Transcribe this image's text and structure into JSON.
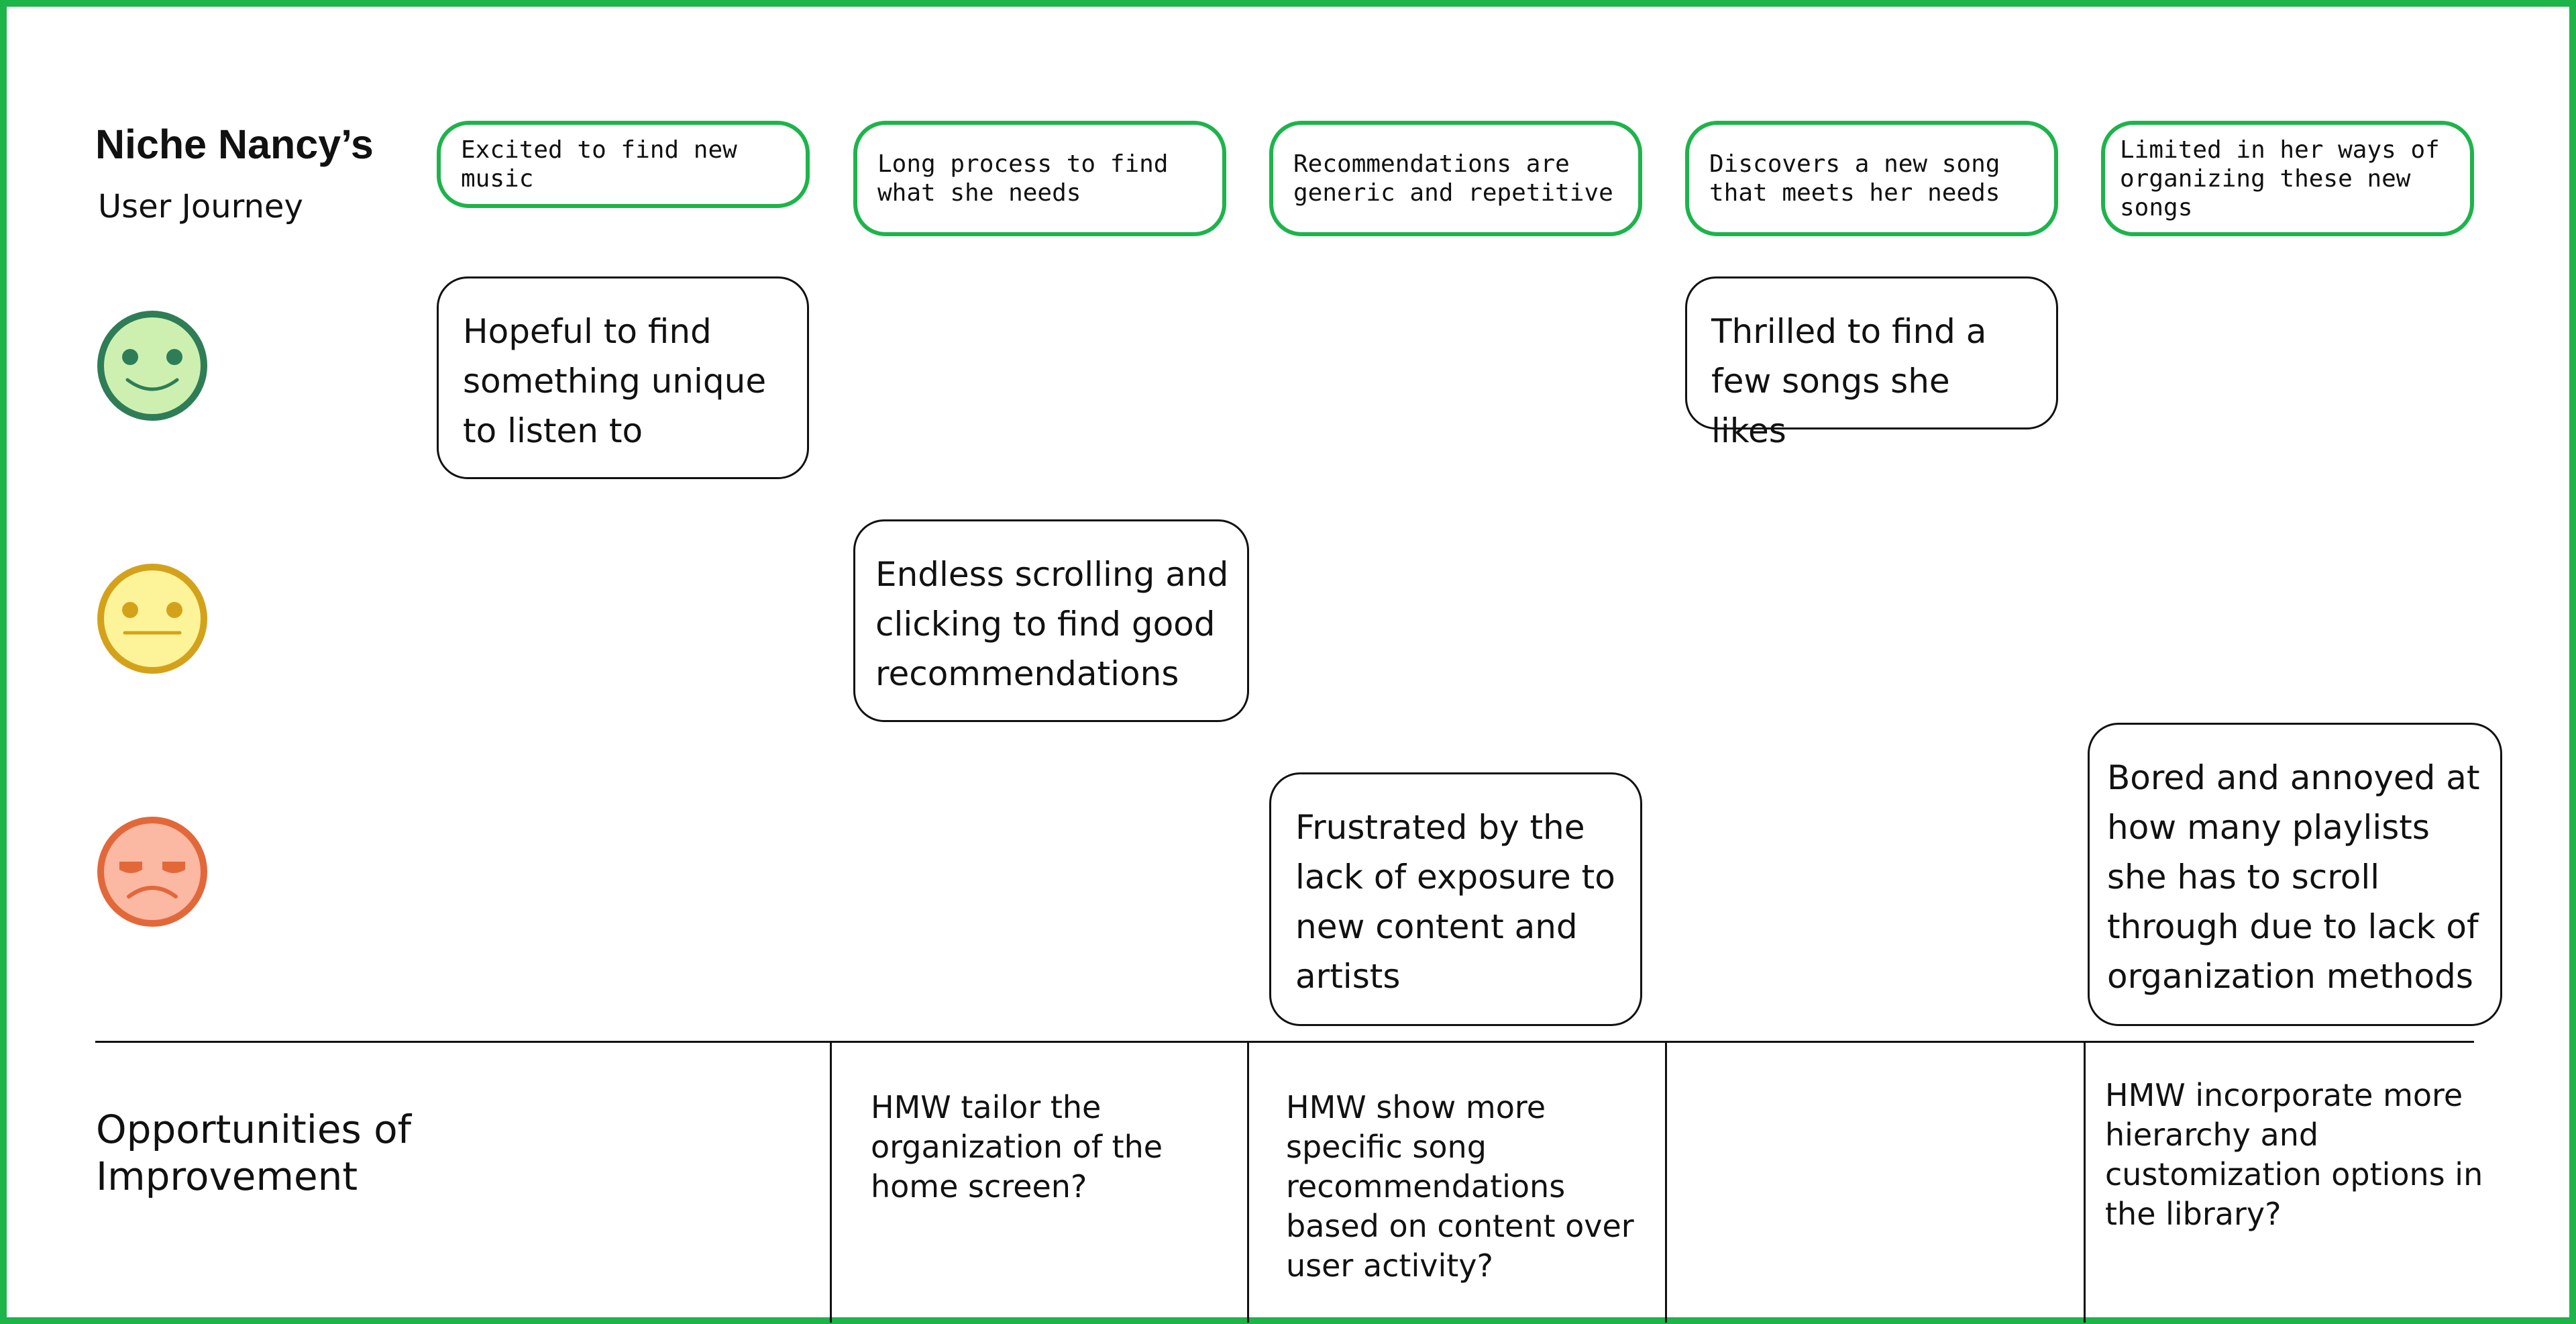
{
  "header": {
    "title": "Niche Nancy’s",
    "subtitle": "User Journey"
  },
  "stages": [
    "Excited to find new music",
    "Long process to find what she needs",
    "Recommendations are generic and repetitive",
    "Discovers a new song that meets her needs",
    "Limited in her ways of organizing these new songs"
  ],
  "emotion_icons": {
    "happy": {
      "icon": "happy-face-icon",
      "fill": "#cdf0b0",
      "stroke": "#2f7d57"
    },
    "neutral": {
      "icon": "neutral-face-icon",
      "fill": "#fdf49a",
      "stroke": "#d4a21a"
    },
    "frustrated": {
      "icon": "frustrated-face-icon",
      "fill": "#fbb8a2",
      "stroke": "#e2683a"
    }
  },
  "emotions": {
    "hopeful": "Hopeful to find something unique to listen to",
    "thrilled": "Thrilled to find a few songs she likes",
    "endless": "Endless scrolling and clicking to find good recommendations",
    "frustrated": "Frustrated by the lack of exposure to new content and artists",
    "bored": "Bored and annoyed at how many playlists she has to scroll through due to lack of organization methods"
  },
  "opportunities": {
    "title": "Opportunities of Improvement",
    "hmw": [
      "HMW tailor the organization of the home screen?",
      "HMW show more specific song recommendations based on content over user activity?",
      "",
      "HMW incorporate more hierarchy and customization options in the library?"
    ]
  },
  "colors": {
    "accent_green": "#1db44a",
    "border": "#111111"
  }
}
